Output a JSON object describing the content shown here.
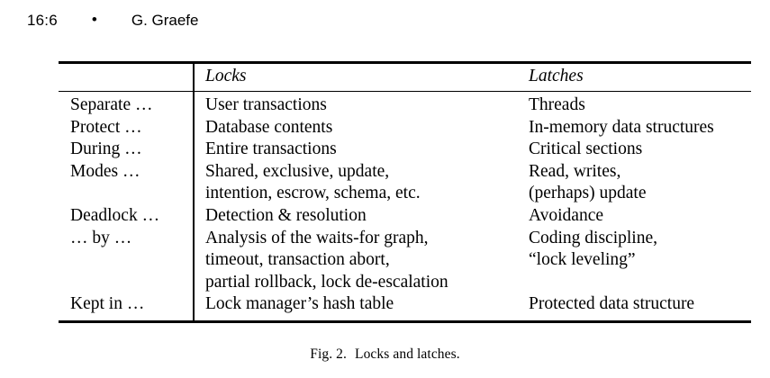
{
  "page_header": {
    "folio": "16:6",
    "bullet": "•",
    "author": "G. Graefe"
  },
  "figure": {
    "caption_label": "Fig. 2.",
    "caption_text": "Locks and latches.",
    "table": {
      "columns": [
        {
          "header": ""
        },
        {
          "header": "Locks"
        },
        {
          "header": "Latches"
        }
      ],
      "rows": [
        {
          "aspect": "Separate …",
          "locks": "User transactions",
          "latches": "Threads"
        },
        {
          "aspect": "Protect …",
          "locks": "Database contents",
          "latches": "In-memory data structures"
        },
        {
          "aspect": "During …",
          "locks": "Entire transactions",
          "latches": "Critical sections"
        },
        {
          "aspect": "Modes …",
          "locks": "Shared, exclusive, update,\nintention, escrow, schema, etc.",
          "latches": "Read, writes,\n(perhaps) update"
        },
        {
          "aspect": "Deadlock …",
          "locks": "Detection & resolution",
          "latches": "Avoidance"
        },
        {
          "aspect": "… by …",
          "locks": "Analysis of the waits-for graph,\ntimeout, transaction abort,\npartial rollback, lock de-escalation",
          "latches": "Coding discipline,\n“lock leveling”"
        },
        {
          "aspect": "Kept in …",
          "locks": "Lock manager’s hash table",
          "latches": "Protected data structure"
        }
      ]
    }
  },
  "colors": {
    "ink": "#000000",
    "paper": "#ffffff"
  }
}
